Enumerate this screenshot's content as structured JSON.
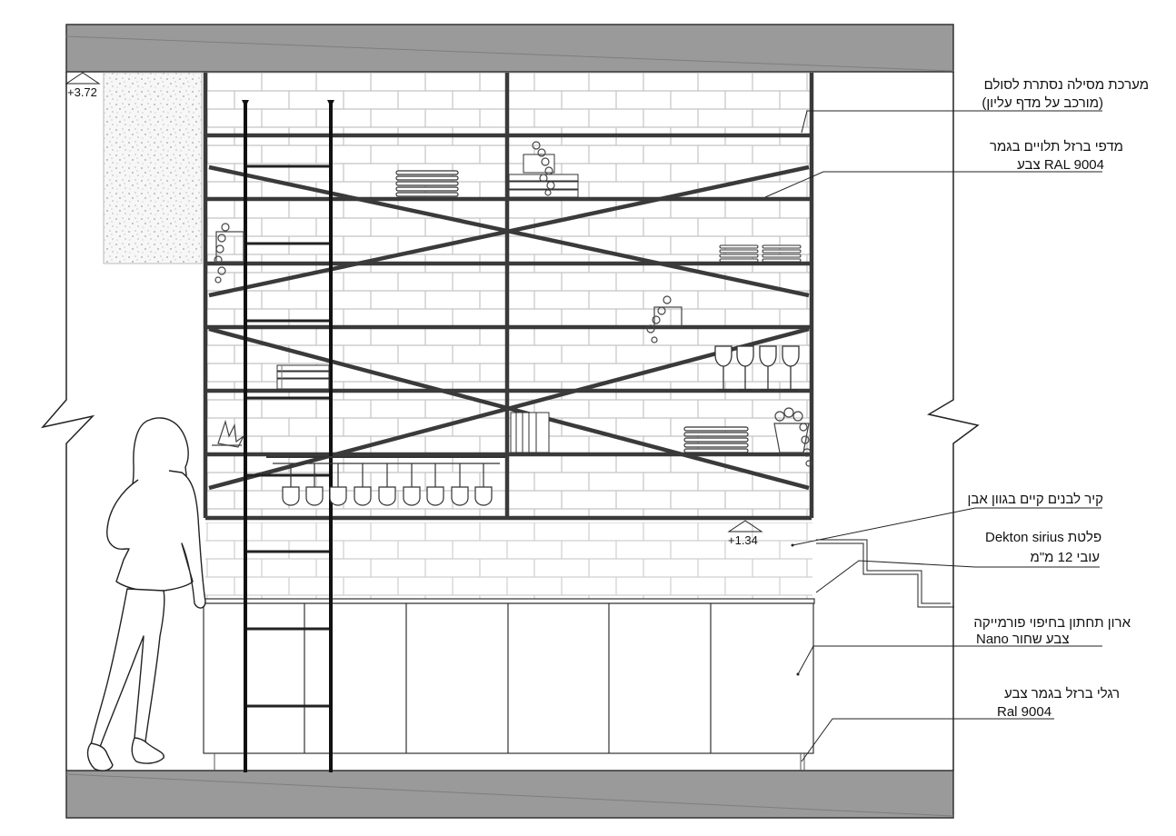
{
  "levels": {
    "top": "+3.72",
    "counter": "+1.34"
  },
  "annotations": {
    "rail": {
      "line1": "מערכת מסילה נסתרת לסולם",
      "line2": "(מורכב על מדף עליון)"
    },
    "shelves": {
      "line1": "מדפי ברזל תלויים בגמר",
      "line2": "RAL 9004 צבע"
    },
    "wall": {
      "line1": "קיר לבנים קיים בגוון אבן"
    },
    "counter": {
      "line1": "Dekton sirius  פלטת",
      "line2": "עובי 12 מ\"מ"
    },
    "cabinet": {
      "line1": "ארון תחתון בחיפוי פורמייקה",
      "line2": "Nano  צבע שחור"
    },
    "legs": {
      "line1": "רגלי ברזל בגמר צבע",
      "line2": "Ral 9004"
    }
  },
  "colors": {
    "slab": "#9a9a9a",
    "steel": "#3a3a3a",
    "line": "#222222",
    "brick": "#bdbdbd"
  }
}
